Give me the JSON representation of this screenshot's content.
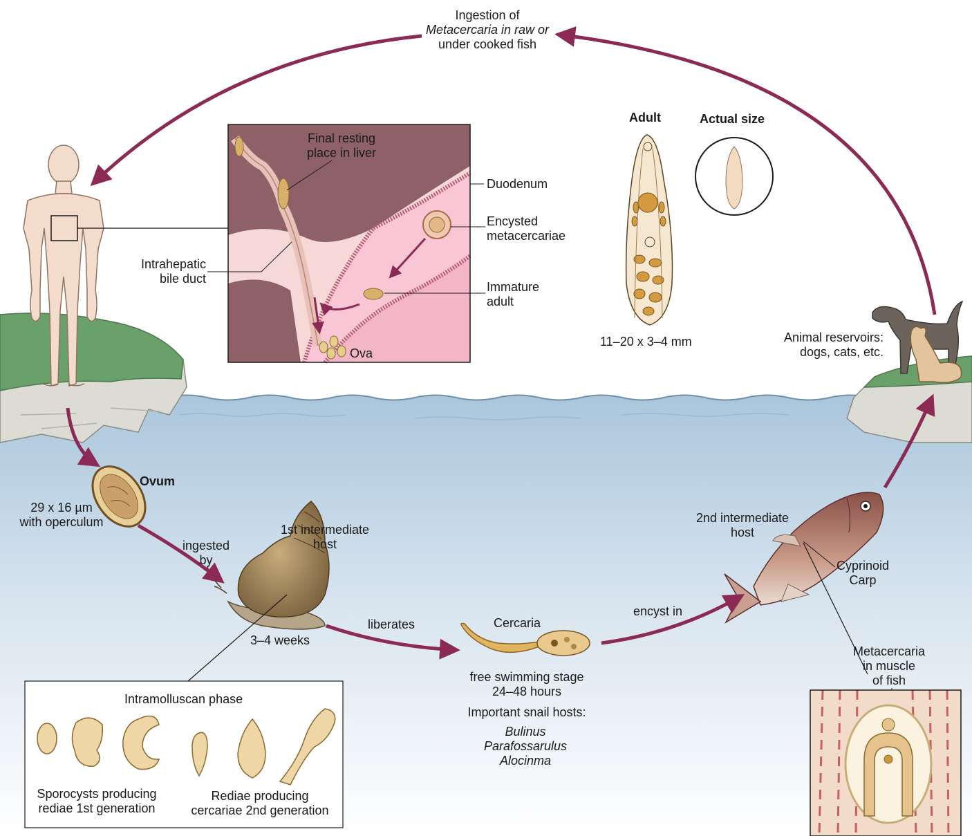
{
  "labels": {
    "ingestion": [
      "Ingestion of",
      "Metacercaria in raw or",
      "under cooked fish"
    ],
    "final_resting": [
      "Final resting",
      "place in liver"
    ],
    "duodenum": "Duodenum",
    "encysted": [
      "Encysted",
      "metacercariae"
    ],
    "immature": [
      "Immature",
      "adult"
    ],
    "intrahepatic": [
      "Intrahepatic",
      "bile duct"
    ],
    "ova": "Ova",
    "adult_title": "Adult",
    "actual_size": "Actual size",
    "adult_dims": "11–20 x 3–4 mm",
    "animal_reservoirs": [
      "Animal reservoirs:",
      "dogs, cats, etc."
    ],
    "ovum": "Ovum",
    "ovum_size": [
      "29 x 16 µm",
      "with operculum"
    ],
    "ingested_by": [
      "ingested",
      "by"
    ],
    "first_host": [
      "1st intermediate",
      "host"
    ],
    "weeks": "3–4 weeks",
    "liberates": "liberates",
    "cercaria": "Cercaria",
    "free_swimming": [
      "free swimming stage",
      "24–48 hours"
    ],
    "snail_hosts_title": "Important snail hosts:",
    "snail_hosts": [
      "Bulinus",
      "Parafossarulus",
      "Alocinma"
    ],
    "encyst_in": "encyst in",
    "second_host": [
      "2nd intermediate",
      "host"
    ],
    "cyprinoid": [
      "Cyprinoid",
      "Carp"
    ],
    "metacercaria_muscle": [
      "Metacercaria",
      "in muscle",
      "of fish"
    ],
    "intramolluscan": "Intramolluscan phase",
    "sporocysts": [
      "Sporocysts producing",
      "rediae 1st generation"
    ],
    "rediae": [
      "Rediae producing",
      "cercariae 2nd generation"
    ]
  },
  "colors": {
    "arrow": "#8a2a55",
    "water": "#bed3e3",
    "land": "#6aa06a",
    "rock": "#dcdcd4",
    "liver": "#8e6068",
    "duodenum": "#f2b6c6",
    "worm": "#d9b06a"
  }
}
